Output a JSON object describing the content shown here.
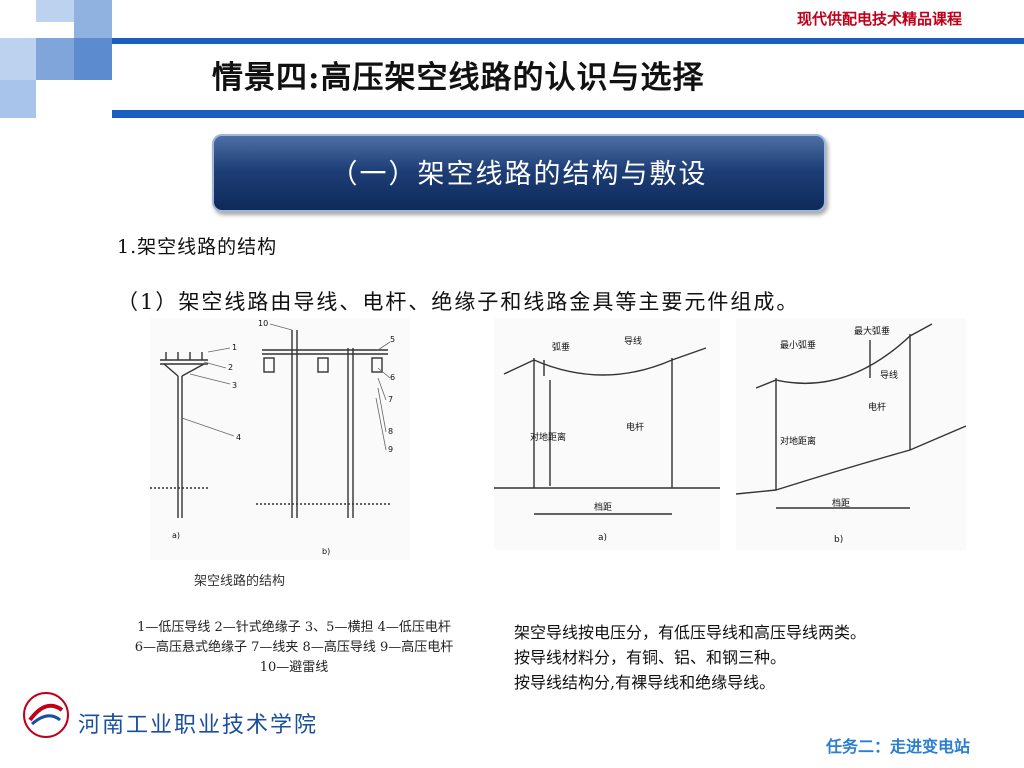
{
  "course_title": "现代供配电技术精品课程",
  "main_title": "情景四:高压架空线路的认识与选择",
  "section_title": "（一）架空线路的结构与敷设",
  "heading_1": "1.架空线路的结构",
  "subheading": "（1）架空线路由导线、电杆、绝缘子和线路金具等主要元件组成。",
  "figure_left": {
    "numbers": [
      "1",
      "2",
      "3",
      "4",
      "5",
      "6",
      "7",
      "8",
      "9",
      "10"
    ],
    "sublabels": [
      "a)",
      "b)"
    ],
    "caption": "架空线路的结构"
  },
  "figure_mid": {
    "labels": [
      "弧垂",
      "导线",
      "对地距离",
      "电杆",
      "档距",
      "a)"
    ]
  },
  "figure_right": {
    "labels": [
      "最小弧垂",
      "最大弧垂",
      "导线",
      "电杆",
      "对地距离",
      "档距",
      "b)"
    ]
  },
  "legend_lines": [
    "1—低压导线 2—针式绝缘子 3、5—横担 4—低压电杆",
    "6—高压悬式绝缘子 7—线夹 8—高压导线 9—高压电杆",
    "10—避雷线"
  ],
  "notes": [
    "架空导线按电压分，有低压导线和高压导线两类。",
    "按导线材料分，有铜、铝、和钢三种。",
    "按导线结构分,有裸导线和绝缘导线。"
  ],
  "logo_text": "河南工业职业技术学院",
  "college_name": "河南工业职业技术学院",
  "footer_link": "任务二：走进变电站",
  "colors": {
    "band_blue": "#1a5fc0",
    "course_red": "#c0001a",
    "footer_blue": "#2a7fd0",
    "pill_dark": "#0e2a5a"
  }
}
